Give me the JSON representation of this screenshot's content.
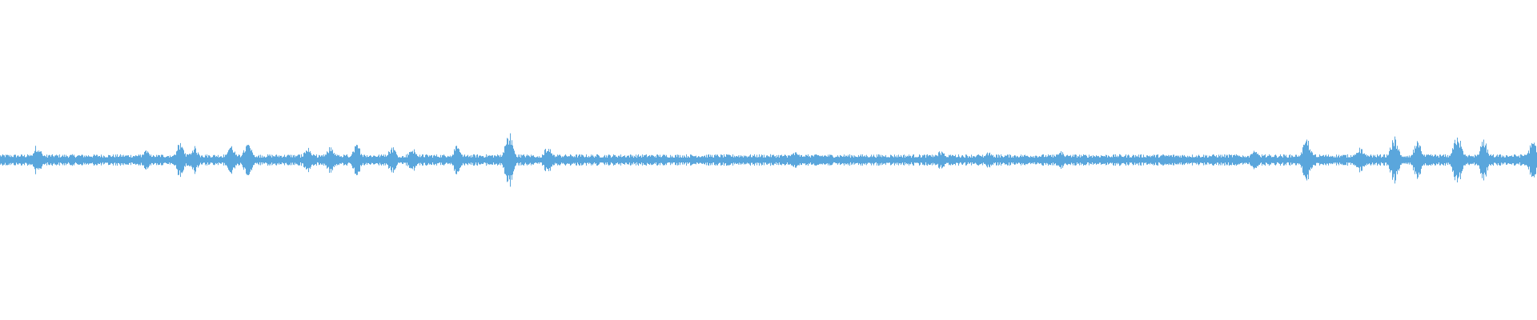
{
  "waveform": {
    "color": "#5aa6dc",
    "background": "#ffffff",
    "base_amplitude": 0.018,
    "bursts": [
      {
        "pos": 0.024,
        "level": 0.05
      },
      {
        "pos": 0.095,
        "level": 0.03
      },
      {
        "pos": 0.117,
        "level": 0.055
      },
      {
        "pos": 0.126,
        "level": 0.045
      },
      {
        "pos": 0.15,
        "level": 0.05
      },
      {
        "pos": 0.161,
        "level": 0.055
      },
      {
        "pos": 0.2,
        "level": 0.04
      },
      {
        "pos": 0.215,
        "level": 0.045
      },
      {
        "pos": 0.232,
        "level": 0.05
      },
      {
        "pos": 0.255,
        "level": 0.045
      },
      {
        "pos": 0.268,
        "level": 0.04
      },
      {
        "pos": 0.297,
        "level": 0.045
      },
      {
        "pos": 0.331,
        "level": 0.09
      },
      {
        "pos": 0.356,
        "level": 0.045
      },
      {
        "pos": 0.517,
        "level": 0.025
      },
      {
        "pos": 0.612,
        "level": 0.03
      },
      {
        "pos": 0.643,
        "level": 0.025
      },
      {
        "pos": 0.69,
        "level": 0.03
      },
      {
        "pos": 0.816,
        "level": 0.03
      },
      {
        "pos": 0.85,
        "level": 0.07
      },
      {
        "pos": 0.885,
        "level": 0.04
      },
      {
        "pos": 0.907,
        "level": 0.075
      },
      {
        "pos": 0.922,
        "level": 0.06
      },
      {
        "pos": 0.948,
        "level": 0.085
      },
      {
        "pos": 0.965,
        "level": 0.065
      },
      {
        "pos": 0.997,
        "level": 0.06
      }
    ]
  }
}
